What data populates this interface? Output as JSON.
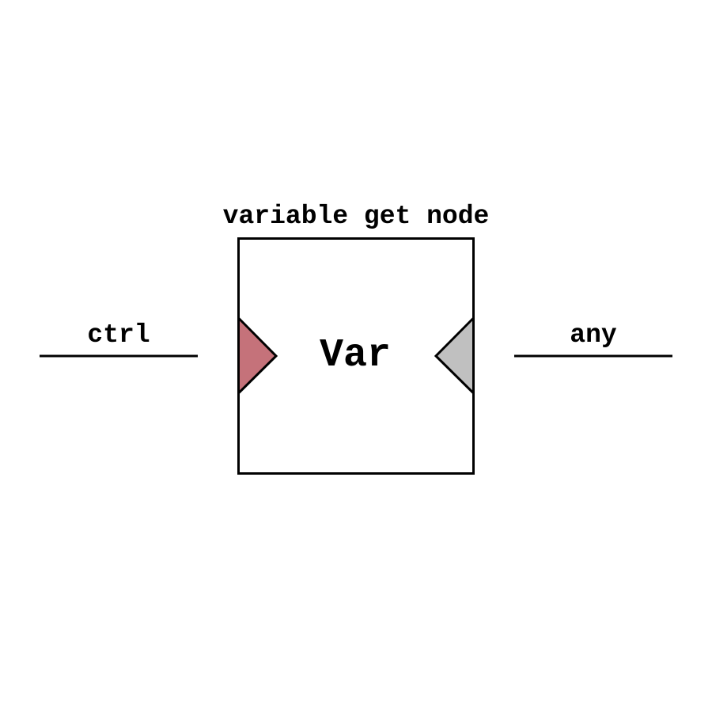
{
  "node": {
    "title": "variable get node",
    "label": "Var",
    "input_port": {
      "label": "ctrl",
      "color": "#c5727a"
    },
    "output_port": {
      "label": "any",
      "color": "#c0c0c0"
    }
  }
}
